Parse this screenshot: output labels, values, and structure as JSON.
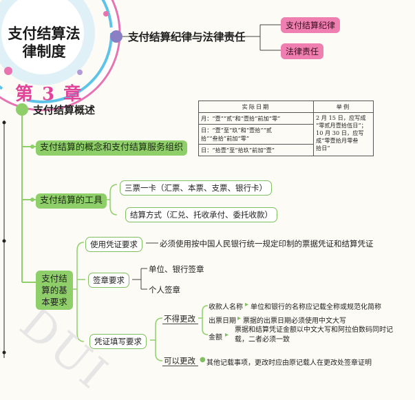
{
  "title_circle": "支付结算法\n律制度",
  "chapter": "第 3 章",
  "top_branch": "支付结算纪律与法律责任",
  "top_leaves": [
    "支付结算纪律",
    "法律责任"
  ],
  "overview": "支付结算概述",
  "concept": "支付结算的概念和支付结算服务组织",
  "tools": "支付结算的工具",
  "tool_items": [
    "三票一卡（汇票、本票、支票、银行卡）",
    "结算方式（汇兑、托收承付、委托收款）"
  ],
  "basic_req": "支付结\n算的基\n本要求",
  "voucher_use": "使用凭证要求",
  "voucher_use_text": "必须使用按中国人民银行统一规定印制的票据凭证和结算凭证",
  "seal_req": "签章要求",
  "seal_items": [
    "单位、银行签章",
    "个人签章"
  ],
  "fill_req": "凭证填写要求",
  "cannot_change": "不得更改",
  "can_change": "可以更改",
  "cannot_items": [
    {
      "term": "收款人名称",
      "desc": "单位和银行的名称应记载全称或规范化简称"
    },
    {
      "term": "出票日期",
      "desc": "票据的出票日期必须使用中文大写"
    },
    {
      "term": "金额",
      "desc": "票据和结算凭证金额以中文大写和阿拉伯数码同时记\n载，二者必须一致"
    }
  ],
  "can_text": "其他记载事项，更改时应由原记载人在更改处签章证明",
  "table": {
    "headers": [
      "实际日期",
      "举例"
    ],
    "rows": [
      "月：“壹”“贰”和“壹拾”前加“零”",
      "日：“壹”至“玖”和“壹拾”“贰\n拾”“叁拾”前加“零”",
      "日：“拾壹”至“拾玖”前加“壹”"
    ],
    "example": "2 月 15 日，应写成\n“零贰月壹拾伍日”；\n10 月 30 日，应写\n成“零壹拾月零叁\n拾日”"
  },
  "watermark": "DUI"
}
